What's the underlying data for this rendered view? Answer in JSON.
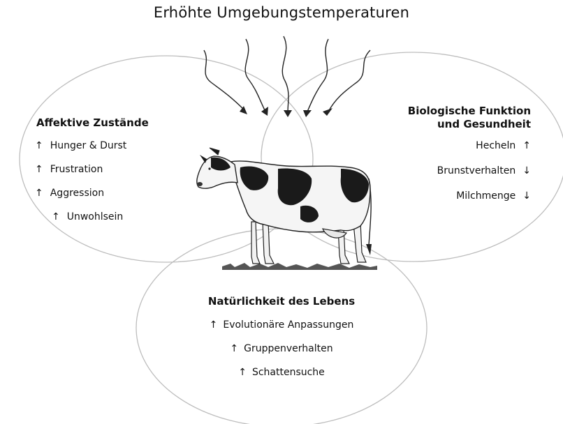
{
  "title": "Erhöhte Umgebungstemperaturen",
  "left": {
    "heading": "Affektive Zustände",
    "items": [
      {
        "arrow": "↑",
        "label": "Hunger & Durst"
      },
      {
        "arrow": "↑",
        "label": "Frustration"
      },
      {
        "arrow": "↑",
        "label": "Aggression"
      },
      {
        "arrow": "↑",
        "label": "Unwohlsein"
      }
    ]
  },
  "right": {
    "heading_line1": "Biologische Funktion",
    "heading_line2": "und Gesundheit",
    "items": [
      {
        "arrow": "↑",
        "label": "Hecheln"
      },
      {
        "arrow": "↓",
        "label": "Brunstverhalten"
      },
      {
        "arrow": "↓",
        "label": "Milchmenge"
      }
    ]
  },
  "bottom": {
    "heading": "Natürlichkeit des Lebens",
    "items": [
      {
        "arrow": "↑",
        "label": "Evolutionäre Anpassungen"
      },
      {
        "arrow": "↑",
        "label": "Gruppenverhalten"
      },
      {
        "arrow": "↑",
        "label": "Schattensuche"
      }
    ]
  },
  "icons": {
    "center_image": "cow-icon",
    "heat_arrows": "wavy-arrow-icon"
  },
  "colors": {
    "outline": "#bdbdbd",
    "text": "#111111",
    "ink": "#222222"
  }
}
